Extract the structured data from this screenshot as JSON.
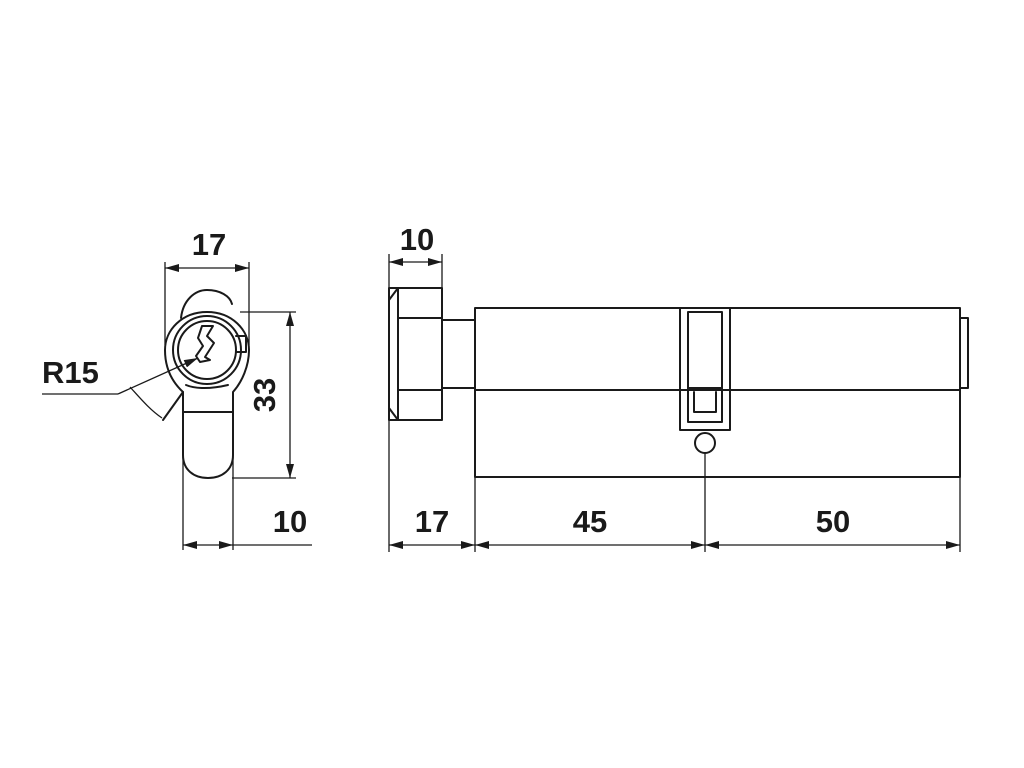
{
  "front_view": {
    "width_label": "17",
    "height_label": "33",
    "radius_label": "R15",
    "bottom_label": "10"
  },
  "side_view": {
    "knob_width_label": "10",
    "knob_offset_label": "17",
    "left_body_label": "45",
    "right_body_label": "50"
  }
}
